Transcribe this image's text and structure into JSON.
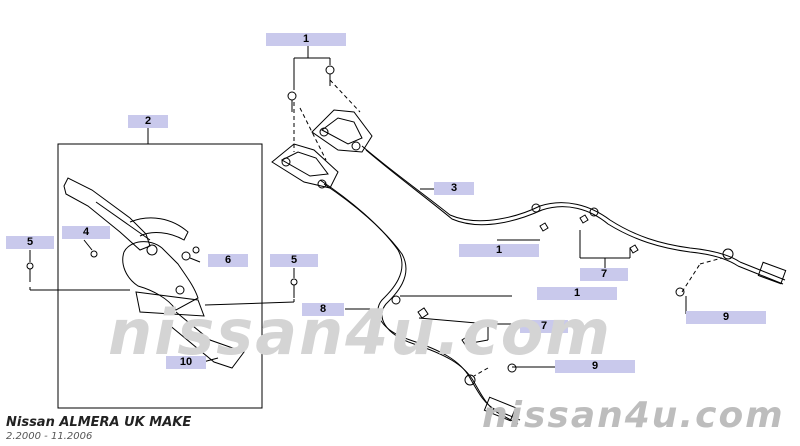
{
  "callouts": {
    "c1_top": "1",
    "c2": "2",
    "c3": "3",
    "c1_mid": "1",
    "c4": "4",
    "c5_left": "5",
    "c6": "6",
    "c5_mid": "5",
    "c7_right": "7",
    "c1_low": "1",
    "c8": "8",
    "c9_right": "9",
    "c7_mid": "7",
    "c9_mid": "9",
    "c10": "10"
  },
  "watermark": {
    "center": "nissan4u.com",
    "corner": "nissan4u.com"
  },
  "caption": {
    "model": "Nissan ALMERA UK MAKE",
    "dates": "2.2000 - 11.2006"
  },
  "colors": {
    "callout_bg": "#c9c9ec",
    "line": "#000000",
    "watermark": "#d4d4d4"
  }
}
